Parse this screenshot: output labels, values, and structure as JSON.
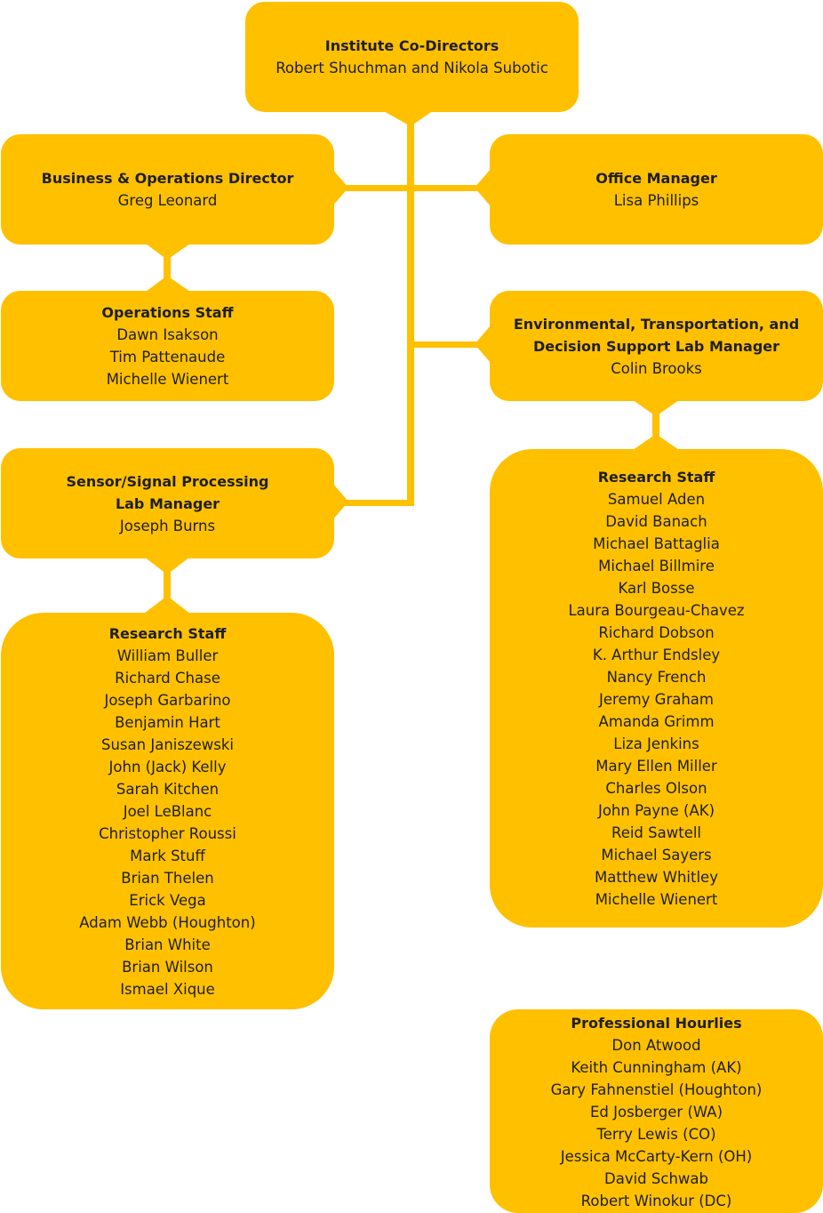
{
  "colors": {
    "box": "#FFC000",
    "connector": "#FFC000",
    "text": "#1f1f1f"
  },
  "nodes": {
    "codirectors": {
      "title": [
        "Institute Co-Directors"
      ],
      "names": [
        "Robert Shuchman and Nikola Subotic"
      ]
    },
    "business": {
      "title": [
        "Business & Operations Director"
      ],
      "names": [
        "Greg Leonard"
      ]
    },
    "office": {
      "title": [
        "Office Manager"
      ],
      "names": [
        "Lisa Phillips"
      ]
    },
    "operations": {
      "title": [
        "Operations Staff"
      ],
      "names": [
        "Dawn Isakson",
        "Tim Pattenaude",
        "Michelle Wienert"
      ]
    },
    "envlab": {
      "title": [
        "Environmental, Transportation, and",
        "Decision Support Lab Manager"
      ],
      "names": [
        "Colin Brooks"
      ]
    },
    "sensorlab": {
      "title": [
        "Sensor/Signal Processing",
        "Lab Manager"
      ],
      "names": [
        "Joseph Burns"
      ]
    },
    "sensor_research": {
      "title": [
        "Research Staff"
      ],
      "names": [
        "William Buller",
        "Richard Chase",
        "Joseph Garbarino",
        "Benjamin Hart",
        "Susan Janiszewski",
        "John (Jack) Kelly",
        "Sarah Kitchen",
        "Joel LeBlanc",
        "Christopher Roussi",
        "Mark Stuff",
        "Brian Thelen",
        "Erick Vega",
        "Adam Webb (Houghton)",
        "Brian White",
        "Brian Wilson",
        "Ismael Xique"
      ]
    },
    "env_research": {
      "title": [
        "Research Staff"
      ],
      "names": [
        "Samuel Aden",
        "David Banach",
        "Michael Battaglia",
        "Michael Billmire",
        "Karl Bosse",
        "Laura Bourgeau-Chavez",
        "Richard Dobson",
        "K. Arthur Endsley",
        "Nancy French",
        "Jeremy Graham",
        "Amanda Grimm",
        "Liza Jenkins",
        "Mary Ellen Miller",
        "Charles Olson",
        "John Payne (AK)",
        "Reid Sawtell",
        "Michael Sayers",
        "Matthew Whitley",
        "Michelle Wienert"
      ]
    },
    "hourlies": {
      "title": [
        "Professional Hourlies"
      ],
      "names": [
        "Don Atwood",
        "Keith Cunningham (AK)",
        "Gary Fahnenstiel  (Houghton)",
        "Ed Josberger (WA)",
        "Terry Lewis (CO)",
        "Jessica McCarty-Kern (OH)",
        "David Schwab",
        "Robert Winokur (DC)"
      ]
    }
  }
}
